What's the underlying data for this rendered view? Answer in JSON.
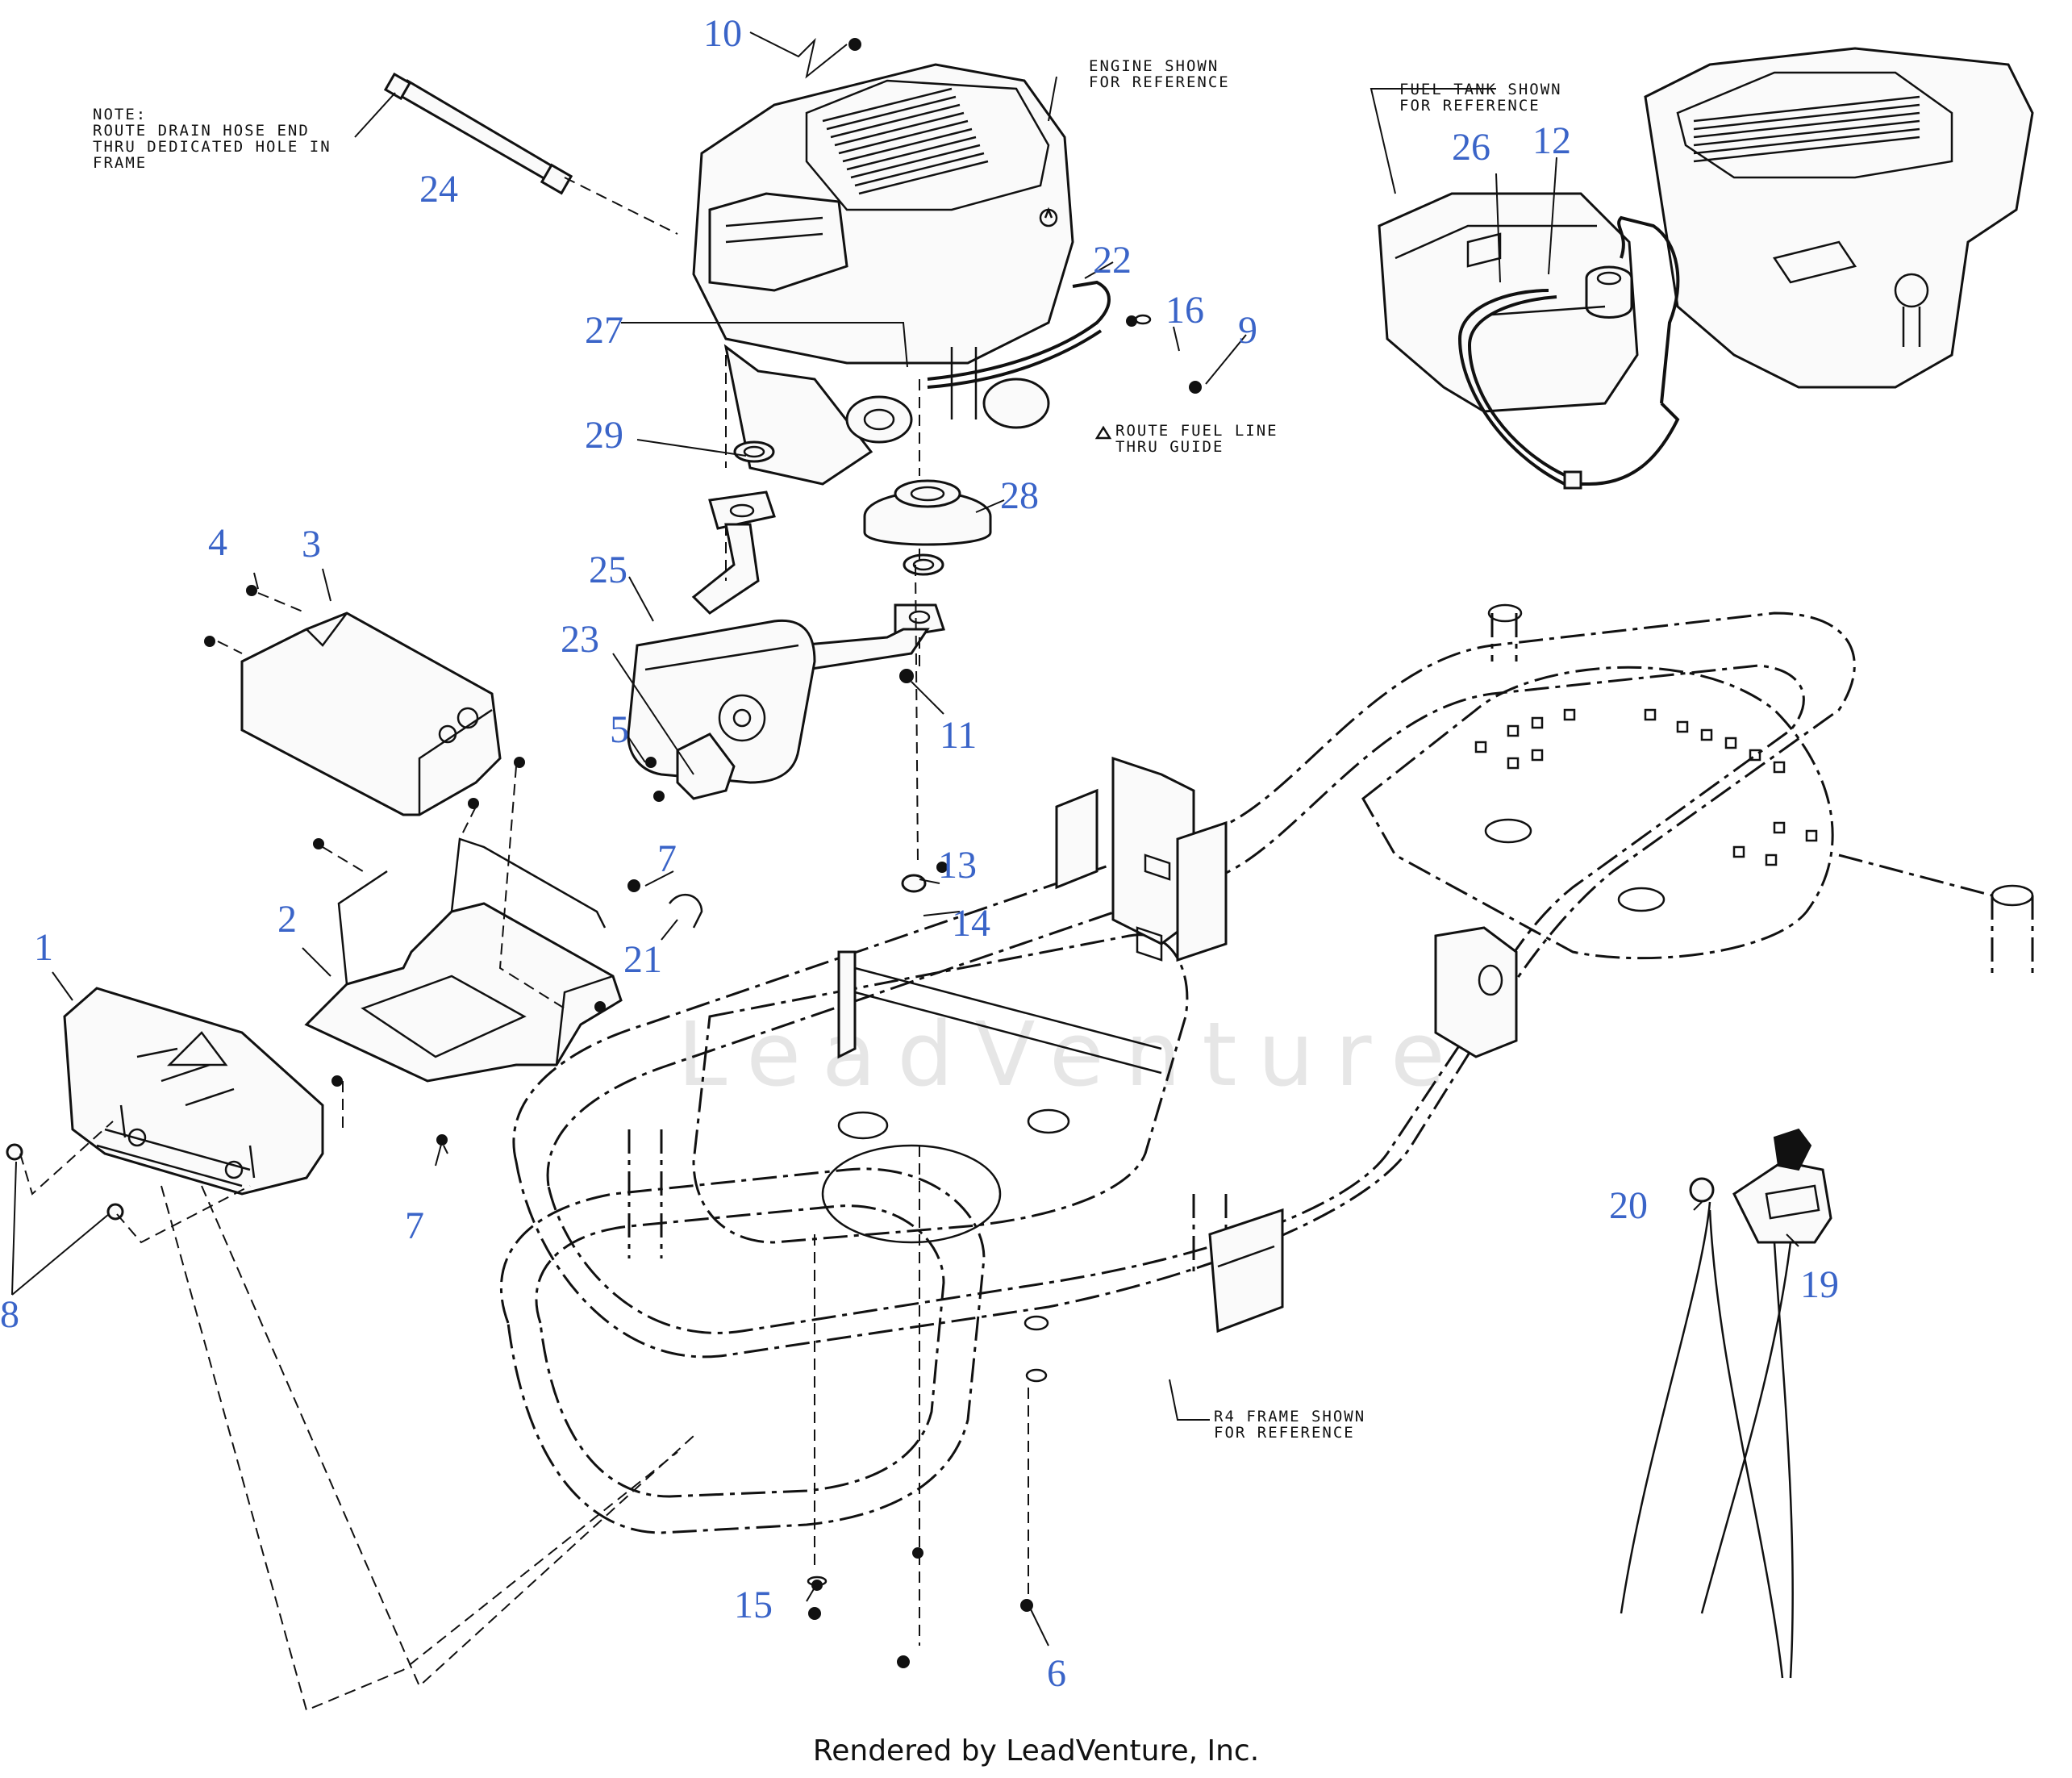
{
  "callouts": {
    "c1": "1",
    "c2": "2",
    "c3": "3",
    "c4": "4",
    "c5": "5",
    "c6": "6",
    "c7a": "7",
    "c7b": "7",
    "c8": "8",
    "c9": "9",
    "c10": "10",
    "c11": "11",
    "c12": "12",
    "c13": "13",
    "c14": "14",
    "c15": "15",
    "c16": "16",
    "c19": "19",
    "c20": "20",
    "c21": "21",
    "c22": "22",
    "c23": "23",
    "c24": "24",
    "c25": "25",
    "c26": "26",
    "c27": "27",
    "c28": "28",
    "c29": "29"
  },
  "notes": {
    "drain_note": [
      "NOTE:",
      "ROUTE DRAIN HOSE END",
      "THRU DEDICATED HOLE IN",
      "FRAME"
    ],
    "engine_ref": [
      "ENGINE SHOWN",
      "FOR REFERENCE"
    ],
    "fuel_tank_ref": [
      "FUEL TANK SHOWN",
      "FOR REFERENCE"
    ],
    "fuel_line_route": [
      "ROUTE FUEL LINE",
      "THRU GUIDE"
    ],
    "frame_ref": [
      "R4 FRAME SHOWN",
      "FOR REFERENCE"
    ]
  },
  "watermark": "LeadVenture",
  "footer": "Rendered by LeadVenture, Inc.",
  "colors": {
    "callout": "#3a64c8",
    "line": "#111111",
    "watermark": "#e6e6e6"
  }
}
